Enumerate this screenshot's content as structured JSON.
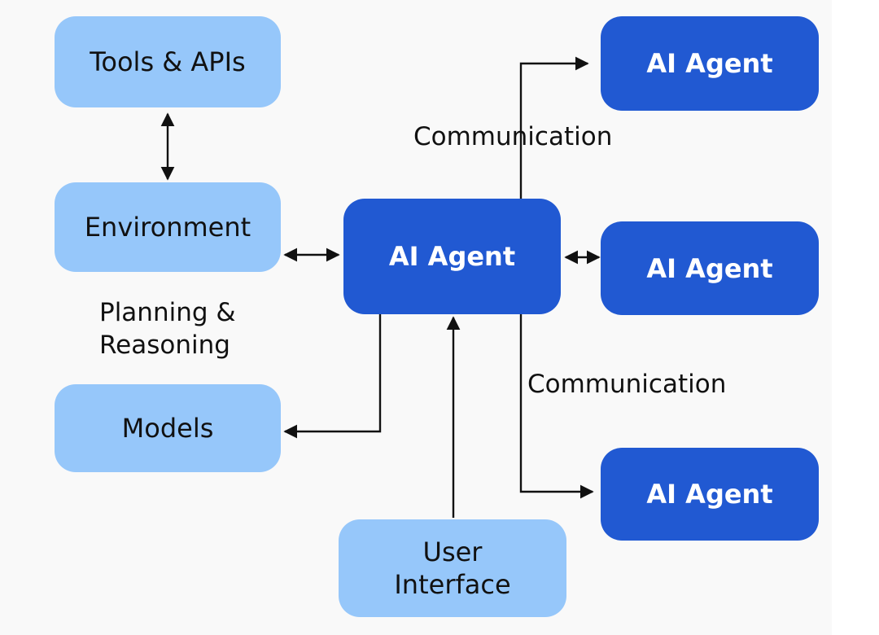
{
  "nodes": {
    "tools_apis": "Tools & APIs",
    "environment": "Environment",
    "models": "Models",
    "central_agent": "AI Agent",
    "agent_top": "AI Agent",
    "agent_middle": "AI Agent",
    "agent_bottom": "AI Agent",
    "user_interface": "User\nInterface"
  },
  "labels": {
    "communication_top": "Communication",
    "communication_bottom": "Communication",
    "planning_reasoning": "Planning &\nReasoning"
  },
  "colors": {
    "light_node": "#96c7fa",
    "dark_node": "#2159d2",
    "arrow": "#111111",
    "background": "#f9f9f9"
  }
}
